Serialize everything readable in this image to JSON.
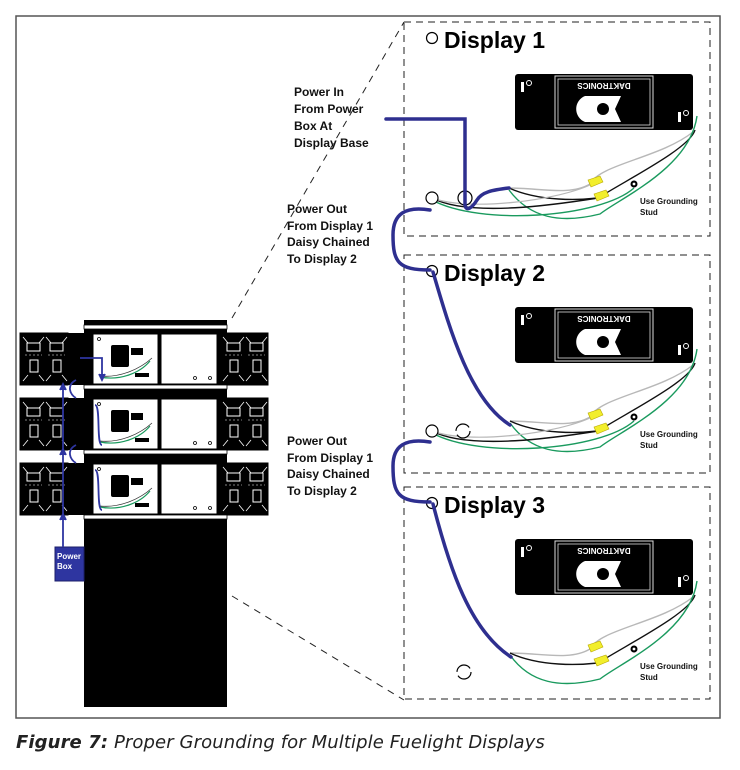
{
  "figure": {
    "label": "Figure 7:",
    "caption": " Proper Grounding for Multiple Fuelight Displays"
  },
  "displays": [
    {
      "title": "Display 1",
      "brand": "DAKTRONICS",
      "ground_note_line1": "Use Grounding",
      "ground_note_line2": "Stud"
    },
    {
      "title": "Display 2",
      "brand": "DAKTRONICS",
      "ground_note_line1": "Use Grounding",
      "ground_note_line2": "Stud"
    },
    {
      "title": "Display 3",
      "brand": "DAKTRONICS",
      "ground_note_line1": "Use Grounding",
      "ground_note_line2": "Stud"
    }
  ],
  "callouts": {
    "power_in": [
      "Power In",
      "From Power",
      "Box At",
      "Display Base"
    ],
    "power_out_1": [
      "Power Out",
      "From Display 1",
      "Daisy Chained",
      "To Display 2"
    ],
    "power_out_2": [
      "Power Out",
      "From Display 1",
      "Daisy Chained",
      "To Display 2"
    ]
  },
  "power_box": {
    "line1": "Power",
    "line2": "Box"
  },
  "colors": {
    "power_cable": "#2e2f8f",
    "ground_wire": "#1a9a5e",
    "neutral_wire": "#b8b8b8",
    "hot_wire": "#111111",
    "wire_nut": "#f2ee2c",
    "power_box_fill": "#2e35a0"
  }
}
